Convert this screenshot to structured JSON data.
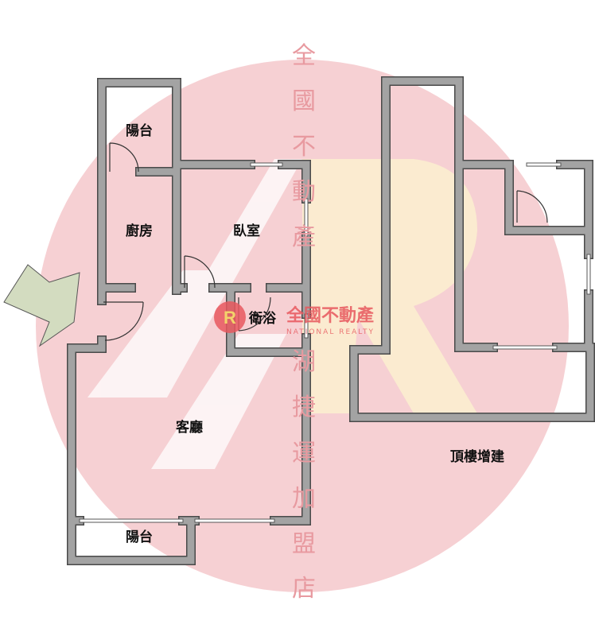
{
  "rooms": {
    "balcony_top": "陽台",
    "kitchen": "廚房",
    "bedroom": "臥室",
    "bathroom": "衛浴",
    "living_room": "客廳",
    "balcony_bottom": "陽台",
    "rooftop_addition": "頂樓增建"
  },
  "watermark": {
    "chars": [
      "全",
      "國",
      "不",
      "動",
      "產",
      "湖",
      "捷",
      "運",
      "加",
      "盟",
      "店"
    ],
    "logo_cn": "全國不動產",
    "logo_en": "NATIONAL REALTY"
  },
  "colors": {
    "circle": "#f6d0d3",
    "wall": "#a3a3a3",
    "arrow": "#d3dcc0"
  }
}
